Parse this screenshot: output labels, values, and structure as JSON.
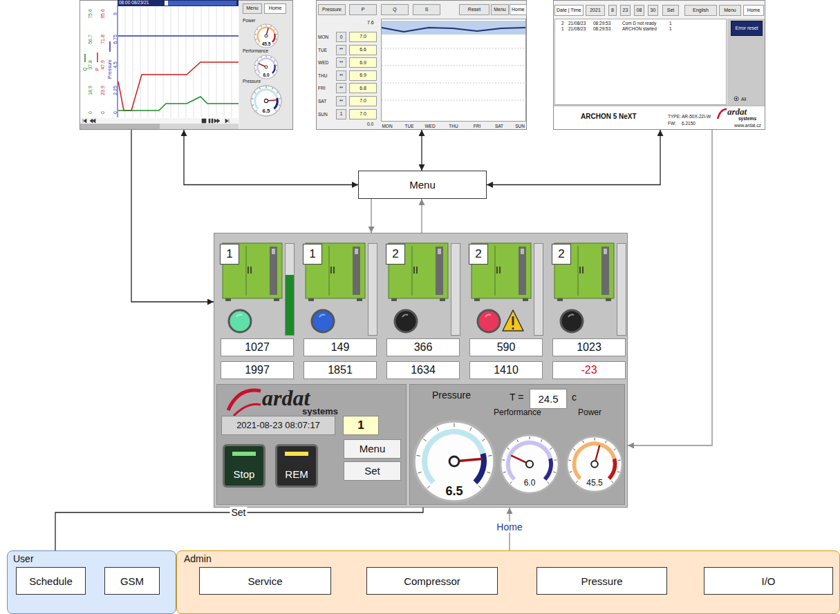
{
  "diagram": {
    "nodes": [
      {
        "text": [
          "08:00 08/23/21",
          "Menu",
          "Home",
          "Power",
          "45.5",
          "Performance",
          "6.0",
          "Pressure",
          "6.5",
          "75.6",
          "56.7",
          "37.8",
          "18.9",
          "0",
          "Q",
          "95.6",
          "71.8",
          "47.9",
          "23.9",
          "0",
          "P",
          "9",
          "6.75",
          "4.5",
          "2.25",
          "0",
          "Pressure"
        ]
      },
      {
        "text": [
          "Pressure",
          "P",
          "Q",
          "S",
          "Reset",
          "Menu",
          "Home",
          "7.6",
          "MON",
          "0",
          "7.0",
          "TUE",
          "**",
          "6.6",
          "WED",
          "**",
          "6.9",
          "THU",
          "**",
          "6.9",
          "FRI",
          "**",
          "6.8",
          "SAT",
          "**",
          "7.0",
          "SUN",
          "1",
          "7.0",
          "0.0",
          "MON",
          "TUE",
          "WED",
          "THU",
          "FRI",
          "SAT",
          "SUN"
        ]
      },
      {
        "text": [
          "Date | Time",
          "2021",
          "8",
          "23",
          "08",
          "30",
          "Set",
          "English",
          "Menu",
          "Home",
          "2",
          "21/08/23",
          "08:29:53",
          "Com D not ready",
          "1",
          "1",
          "21/08/23",
          "08:29:53",
          "ARCHON started",
          "1",
          "Error reset",
          "All",
          "ARCHON 5 NeXT",
          "TYPE:",
          "AR-50X-22I-W",
          "FW:",
          "6.2150",
          "ardat",
          "systems",
          "www.ardat.cz"
        ]
      },
      {
        "text": [
          "Menu"
        ]
      },
      {
        "text": [
          "1",
          "1",
          "2",
          "2",
          "2",
          "1027",
          "1997",
          "149",
          "1851",
          "366",
          "1634",
          "590",
          "1410",
          "1023",
          "-23",
          "ardat",
          "systems",
          "2021-08-23 08:07:17",
          "1",
          "Stop",
          "REM",
          "Menu",
          "Set",
          "Pressure",
          "T =",
          "24.5",
          "c",
          "Performance",
          "Power",
          "6.5",
          "6.0",
          "45.5"
        ]
      },
      {
        "text": [
          "User"
        ]
      },
      {
        "text": [
          "Schedule"
        ],
        "in": 5
      },
      {
        "text": [
          "GSM"
        ],
        "in": 5
      },
      {
        "text": [
          "Admin"
        ]
      },
      {
        "text": [
          "Service"
        ],
        "in": 8
      },
      {
        "text": [
          "Compressor"
        ],
        "in": 8
      },
      {
        "text": [
          "Pressure"
        ],
        "in": 8
      },
      {
        "text": [
          "I/O"
        ],
        "in": 8
      }
    ],
    "edges": [
      {
        "from": 3,
        "to": 0,
        "arrow": "both"
      },
      {
        "from": 3,
        "to": 1,
        "arrow": "both"
      },
      {
        "from": 3,
        "to": 2,
        "arrow": "both"
      },
      {
        "from": 3,
        "to": 4,
        "arrow": "to"
      },
      {
        "from": 4,
        "to": 3,
        "arrow": "to"
      },
      {
        "from": 0,
        "to": 4,
        "arrow": "to"
      },
      {
        "from": 2,
        "to": 4,
        "arrow": "to"
      },
      {
        "from": 4,
        "to": 6,
        "label": "Set",
        "arrow": "to"
      },
      {
        "from": 8,
        "to": 4,
        "label": "Home",
        "arrow": "to"
      },
      {
        "from": 6,
        "to": 7,
        "arrow": "both"
      },
      {
        "from": 7,
        "to": 9,
        "arrow": "both"
      },
      {
        "from": 9,
        "to": 10,
        "arrow": "both"
      },
      {
        "from": 10,
        "to": 11,
        "arrow": "both"
      },
      {
        "from": 11,
        "to": 12,
        "arrow": "both"
      }
    ]
  }
}
